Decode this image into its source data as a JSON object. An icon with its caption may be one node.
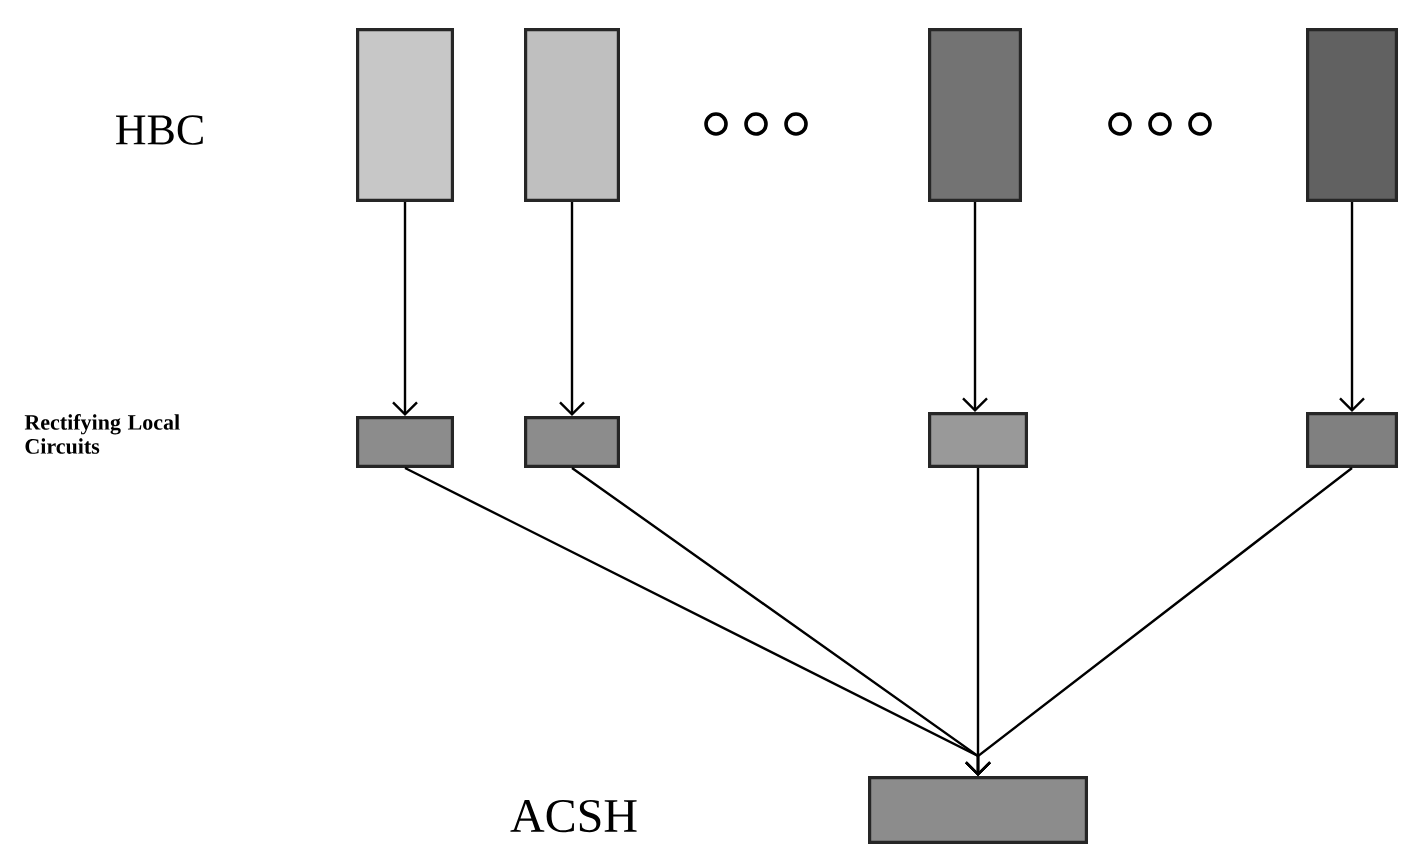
{
  "diagram": {
    "nodes": [
      {
        "text": [],
        "shape": "box"
      },
      {
        "text": [],
        "shape": "box"
      },
      {
        "text": [],
        "shape": "box"
      },
      {
        "text": [],
        "shape": "box"
      },
      {
        "text": [],
        "shape": "box"
      },
      {
        "text": [],
        "shape": "box"
      },
      {
        "text": [],
        "shape": "box"
      },
      {
        "text": [],
        "shape": "box"
      },
      {
        "text": [],
        "shape": "box"
      }
    ],
    "edges": [
      {
        "from": 0,
        "to": 4,
        "arrow": "to"
      },
      {
        "from": 1,
        "to": 5,
        "arrow": "to"
      },
      {
        "from": 2,
        "to": 6,
        "arrow": "to"
      },
      {
        "from": 3,
        "to": 7,
        "arrow": "to"
      },
      {
        "from": 4,
        "to": 8,
        "arrow": "to"
      },
      {
        "from": 5,
        "to": 8,
        "arrow": "to"
      },
      {
        "from": 6,
        "to": 8,
        "arrow": "to"
      },
      {
        "from": 7,
        "to": 8,
        "arrow": "to"
      }
    ],
    "labels": [
      "HBC",
      "Rectifying Local Circuits",
      "ACSH"
    ]
  }
}
